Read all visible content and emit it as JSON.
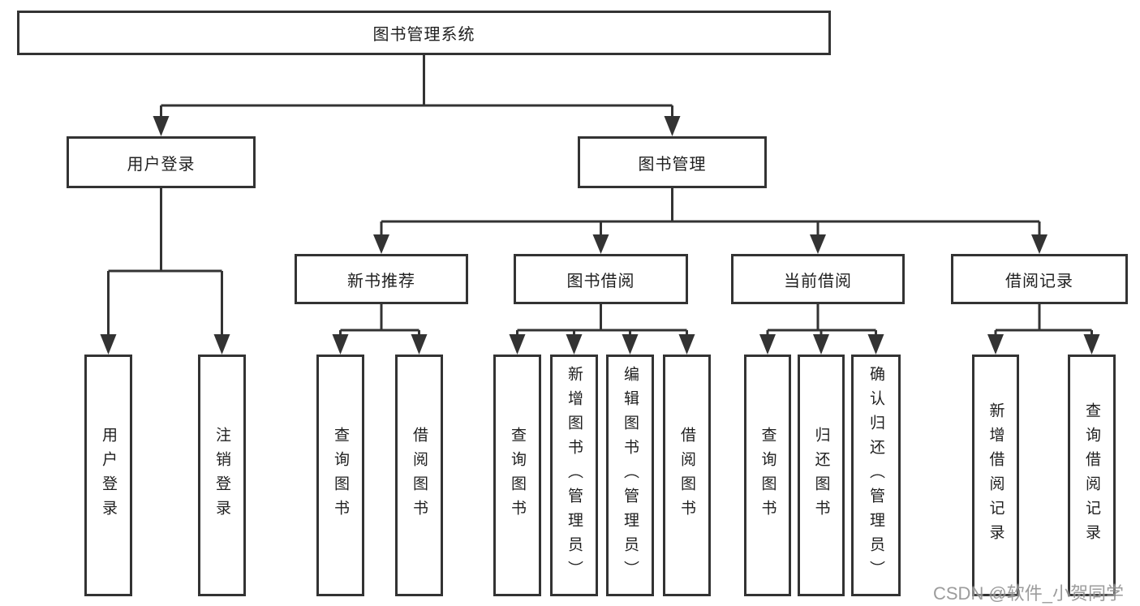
{
  "diagram": {
    "root": {
      "label": "图书管理系统"
    },
    "login": {
      "label": "用户登录",
      "children": [
        {
          "label": "用户登录"
        },
        {
          "label": "注销登录"
        }
      ]
    },
    "management": {
      "label": "图书管理",
      "sections": [
        {
          "label": "新书推荐",
          "children": [
            {
              "label": "查询图书"
            },
            {
              "label": "借阅图书"
            }
          ]
        },
        {
          "label": "图书借阅",
          "children": [
            {
              "label": "查询图书"
            },
            {
              "label": "新增图书（管理员）"
            },
            {
              "label": "编辑图书（管理员）"
            },
            {
              "label": "借阅图书"
            }
          ]
        },
        {
          "label": "当前借阅",
          "children": [
            {
              "label": "查询图书"
            },
            {
              "label": "归还图书"
            },
            {
              "label": "确认归还（管理员）"
            }
          ]
        },
        {
          "label": "借阅记录",
          "children": [
            {
              "label": "新增借阅记录"
            },
            {
              "label": "查询借阅记录"
            }
          ]
        }
      ]
    }
  },
  "watermark": {
    "text": "CSDN @软件_小贺同学"
  },
  "colors": {
    "line": "#333333",
    "box_border": "#333333",
    "text": "#1f1f1f",
    "watermark": "#808080",
    "background": "#ffffff"
  }
}
